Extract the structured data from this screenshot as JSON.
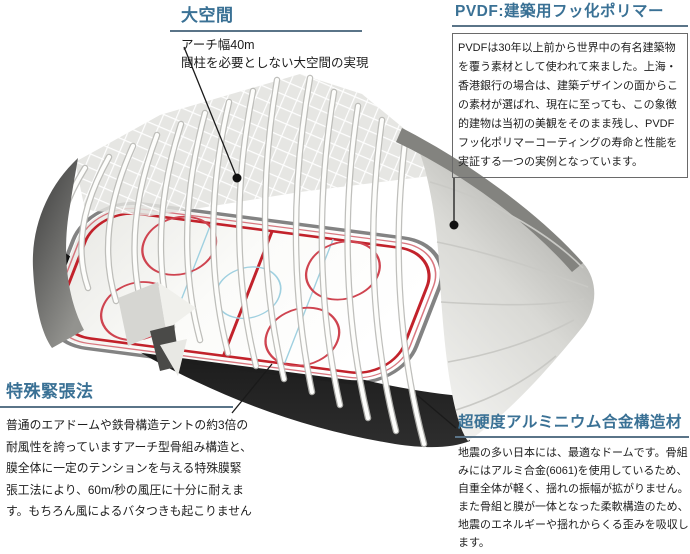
{
  "annotations": {
    "daikukan": {
      "title": "大空間",
      "body": "アーチ幅40m\n間柱を必要としない大空間の実現"
    },
    "pvdf": {
      "title": "PVDF:建築用フッ化ポリマー",
      "body": "PVDFは30年以上前から世界中の有名建築物を覆う素材として使われて来ました。上海・香港銀行の場合は、建築デザインの面からこの素材が選ばれ、現在に至っても、この象徴的建物は当初の美観をそのまま残し、PVDFフッ化ポリマーコーティングの寿命と性能を実証する一つの実例となっています。"
    },
    "tokushu": {
      "title": "特殊緊張法",
      "body": "普通のエアドームや鉄骨構造テントの約3倍の耐風性を誇っていますアーチ型骨組み構造と、膜全体に一定のテンションを与える特殊膜緊張工法により、60m/秒の風圧に十分に耐えます。もちろん風によるバタつきも起こりません"
    },
    "chokodo": {
      "title": "超硬度アルミニウム合金構造材",
      "body": "地震の多い日本には、最適なドームです。骨組みにはアルミ合金(6061)を使用しているため、自重全体が軽く、揺れの振幅が拡がりません。また骨組と膜が一体となった柔軟構造のため、地震のエネルギーや揺れからくる歪みを吸収します。"
    }
  },
  "illustration": {
    "subject": "アーチ型骨組みドームとアイスリンクの鳥瞰イラスト"
  },
  "colors": {
    "heading": "#3a7195",
    "rule": "#5a7488",
    "body_text": "#1d1d1d",
    "rink_red": "#c2222b",
    "rink_blue": "#9fd0e0"
  }
}
